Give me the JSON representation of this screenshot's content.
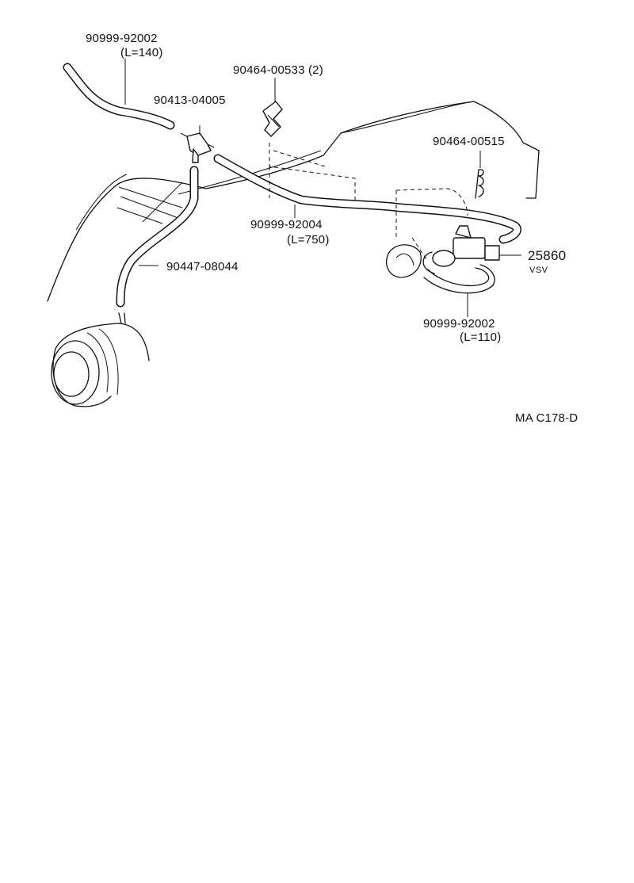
{
  "labels": {
    "hose_top_part": "90999-92002",
    "hose_top_len": "(L=140)",
    "clamp_top_part": "90464-00533 (2)",
    "union_part": "90413-04005",
    "clamp_right_part": "90464-00515",
    "hose_long_part": "90999-92004",
    "hose_long_len": "(L=750)",
    "hose_down_part": "90447-08044",
    "vsv_part": "25860",
    "vsv_name": "VSV",
    "hose_vsv_part": "90999-92002",
    "hose_vsv_len": "(L=110)",
    "drawing_code": "MA C178-D"
  }
}
